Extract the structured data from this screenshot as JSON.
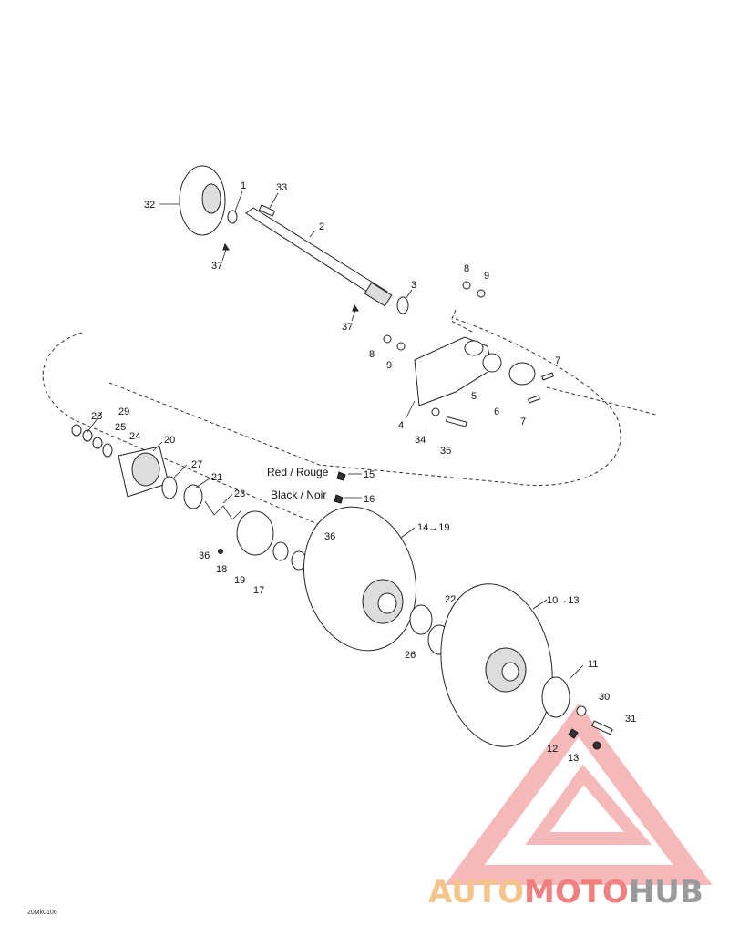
{
  "callouts": {
    "c1": "1",
    "c2": "2",
    "c3": "3",
    "c4": "4",
    "c5": "5",
    "c6": "6",
    "c7a": "7",
    "c7b": "7",
    "c8a": "8",
    "c8b": "8",
    "c9a": "9",
    "c9b": "9",
    "c10": "10→13",
    "c11": "11",
    "c12": "12",
    "c13": "13",
    "c14": "14→19",
    "c15": "15",
    "c16": "16",
    "c17": "17",
    "c18": "18",
    "c19": "19",
    "c20": "20",
    "c21": "21",
    "c22": "22",
    "c23": "23",
    "c24": "24",
    "c25": "25",
    "c26": "26",
    "c27": "27",
    "c28": "28",
    "c29": "29",
    "c30": "30",
    "c31": "31",
    "c32": "32",
    "c33": "33",
    "c34": "34",
    "c35": "35",
    "c36a": "36",
    "c36b": "36",
    "c37a": "37",
    "c37b": "37"
  },
  "notes": {
    "red": "Red / Rouge",
    "black": "Black / Noir"
  },
  "drawing_code": "20Mk0106",
  "watermark": {
    "part1": "AUTO",
    "part2": "MOTO",
    "part3": "HUB",
    "color1": "#f5c48a",
    "color2": "#f08080",
    "color3": "#9a9a9a"
  }
}
